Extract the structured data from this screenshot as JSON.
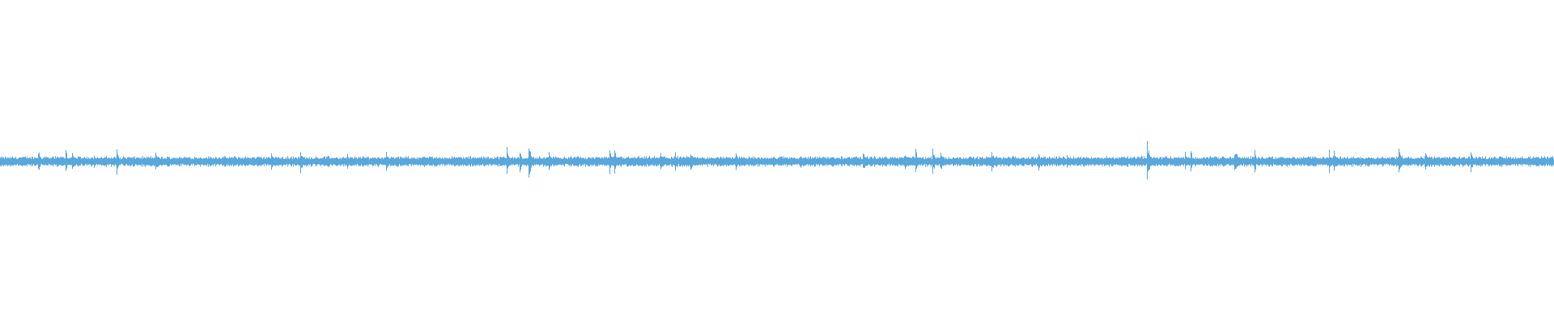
{
  "waveform": {
    "color": "#5aa7dc",
    "background": "#ffffff",
    "baseline_amplitude": 0.035,
    "transient_times": [
      0.024,
      0.042,
      0.046,
      0.06,
      0.075,
      0.1,
      0.174,
      0.193,
      0.223,
      0.248,
      0.326,
      0.334,
      0.34,
      0.353,
      0.392,
      0.395,
      0.425,
      0.434,
      0.444,
      0.473,
      0.515,
      0.555,
      0.582,
      0.589,
      0.6,
      0.605,
      0.638,
      0.668,
      0.686,
      0.738,
      0.762,
      0.766,
      0.794,
      0.795,
      0.807,
      0.855,
      0.858,
      0.9,
      0.917,
      0.946
    ],
    "transient_amplitudes": [
      0.12,
      0.1,
      0.09,
      0.07,
      0.09,
      0.08,
      0.1,
      0.1,
      0.07,
      0.12,
      0.13,
      0.1,
      0.14,
      0.09,
      0.1,
      0.1,
      0.07,
      0.08,
      0.09,
      0.1,
      0.07,
      0.09,
      0.08,
      0.09,
      0.1,
      0.09,
      0.09,
      0.08,
      0.08,
      0.16,
      0.1,
      0.09,
      0.09,
      0.1,
      0.09,
      0.1,
      0.1,
      0.11,
      0.09,
      0.1
    ]
  }
}
